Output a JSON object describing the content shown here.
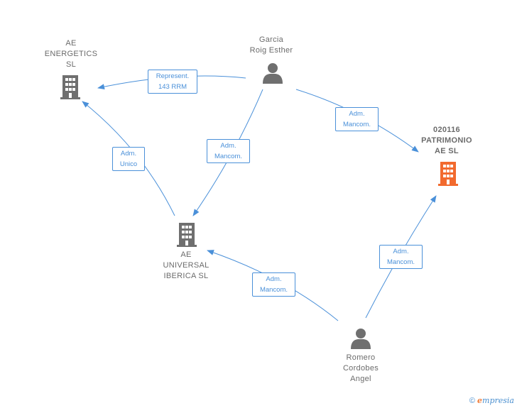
{
  "colors": {
    "edge": "#4a90d9",
    "company": "#6f6f6f",
    "company_highlight": "#f26a2e",
    "person": "#6f6f6f"
  },
  "nodes": {
    "ae_energetics": {
      "type": "company",
      "icon": "building-icon",
      "label": [
        "AE",
        "ENERGETICS",
        "SL"
      ]
    },
    "patrimonio": {
      "type": "company",
      "icon": "building-icon",
      "highlight": true,
      "label": [
        "020116",
        "PATRIMONIO",
        "AE  SL"
      ]
    },
    "ae_universal": {
      "type": "company",
      "icon": "building-icon",
      "label": [
        "AE",
        "UNIVERSAL",
        "IBERICA  SL"
      ]
    },
    "garcia": {
      "type": "person",
      "icon": "person-icon",
      "label": [
        "Garcia",
        "Roig Esther"
      ]
    },
    "romero": {
      "type": "person",
      "icon": "person-icon",
      "label": [
        "Romero",
        "Cordobes",
        "Angel"
      ]
    }
  },
  "edges": {
    "garcia_energetics": {
      "label": [
        "Represent.",
        "143 RRM"
      ]
    },
    "garcia_patrimonio": {
      "label": [
        "Adm.",
        "Mancom."
      ]
    },
    "garcia_universal": {
      "label": [
        "Adm.",
        "Mancom."
      ]
    },
    "universal_energetics": {
      "label": [
        "Adm.",
        "Unico"
      ]
    },
    "romero_universal": {
      "label": [
        "Adm.",
        "Mancom."
      ]
    },
    "romero_patrimonio": {
      "label": [
        "Adm.",
        "Mancom."
      ]
    }
  },
  "footer": {
    "copyright": "©",
    "brand_initial": "e",
    "brand_rest": "mpresia"
  }
}
